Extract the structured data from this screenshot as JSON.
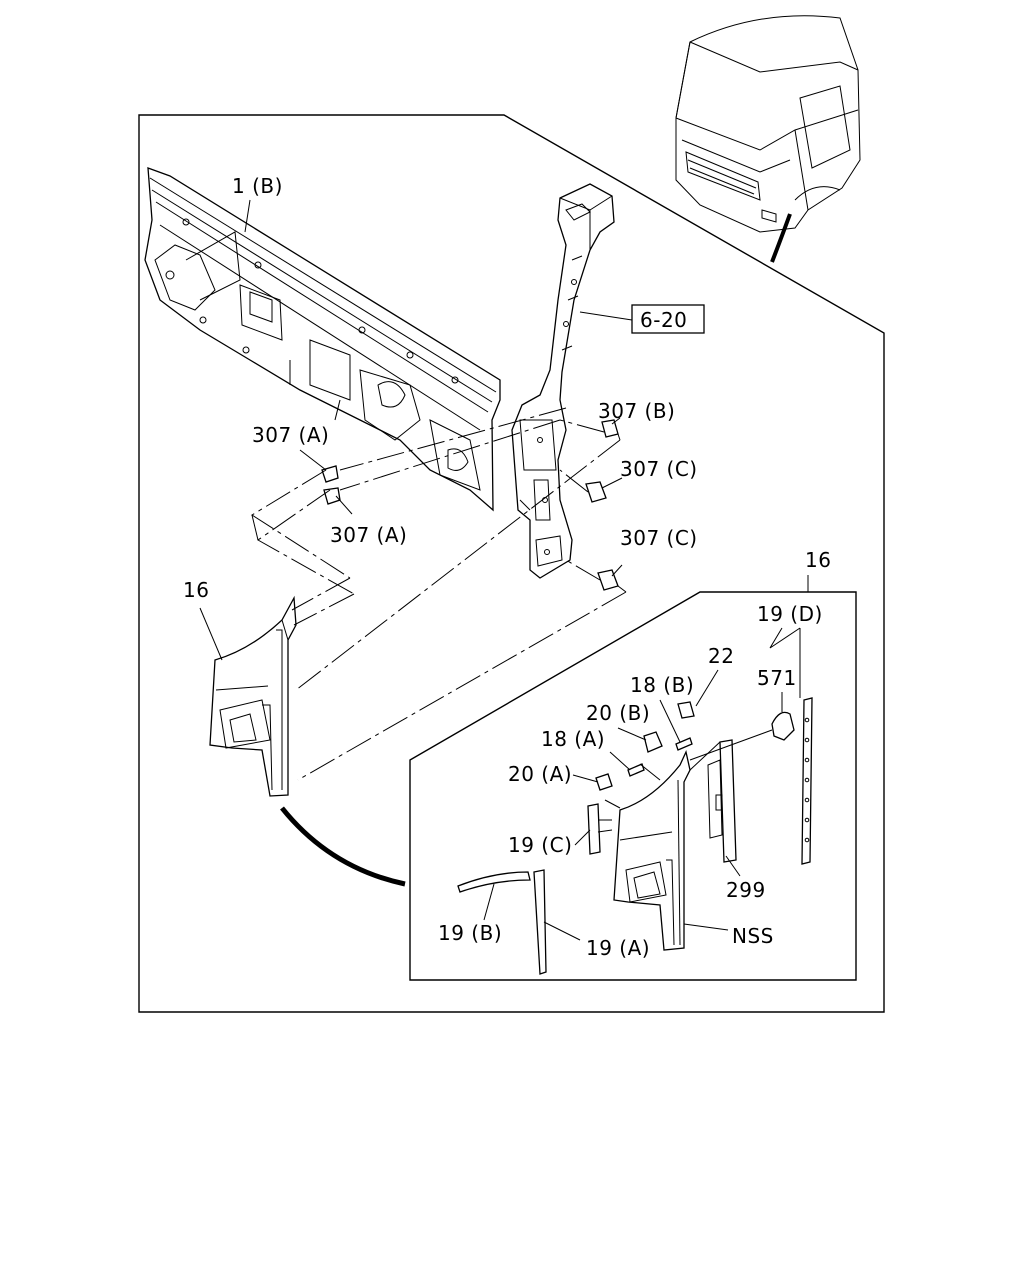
{
  "callouts": {
    "c1b": "1 (B)",
    "c620": "6-20",
    "c307b": "307 (B)",
    "c307a_top": "307 (A)",
    "c307a_bottom": "307 (A)",
    "c307c_top": "307 (C)",
    "c307c_bottom": "307 (C)",
    "c16_left": "16",
    "c16_right": "16",
    "c19d": "19 (D)",
    "c22": "22",
    "c571": "571",
    "c18b": "18 (B)",
    "c20b": "20 (B)",
    "c18a": "18 (A)",
    "c20a": "20 (A)",
    "c19c": "19 (C)",
    "c299": "299",
    "c19b": "19 (B)",
    "c19a": "19 (A)",
    "cnss": "NSS"
  }
}
